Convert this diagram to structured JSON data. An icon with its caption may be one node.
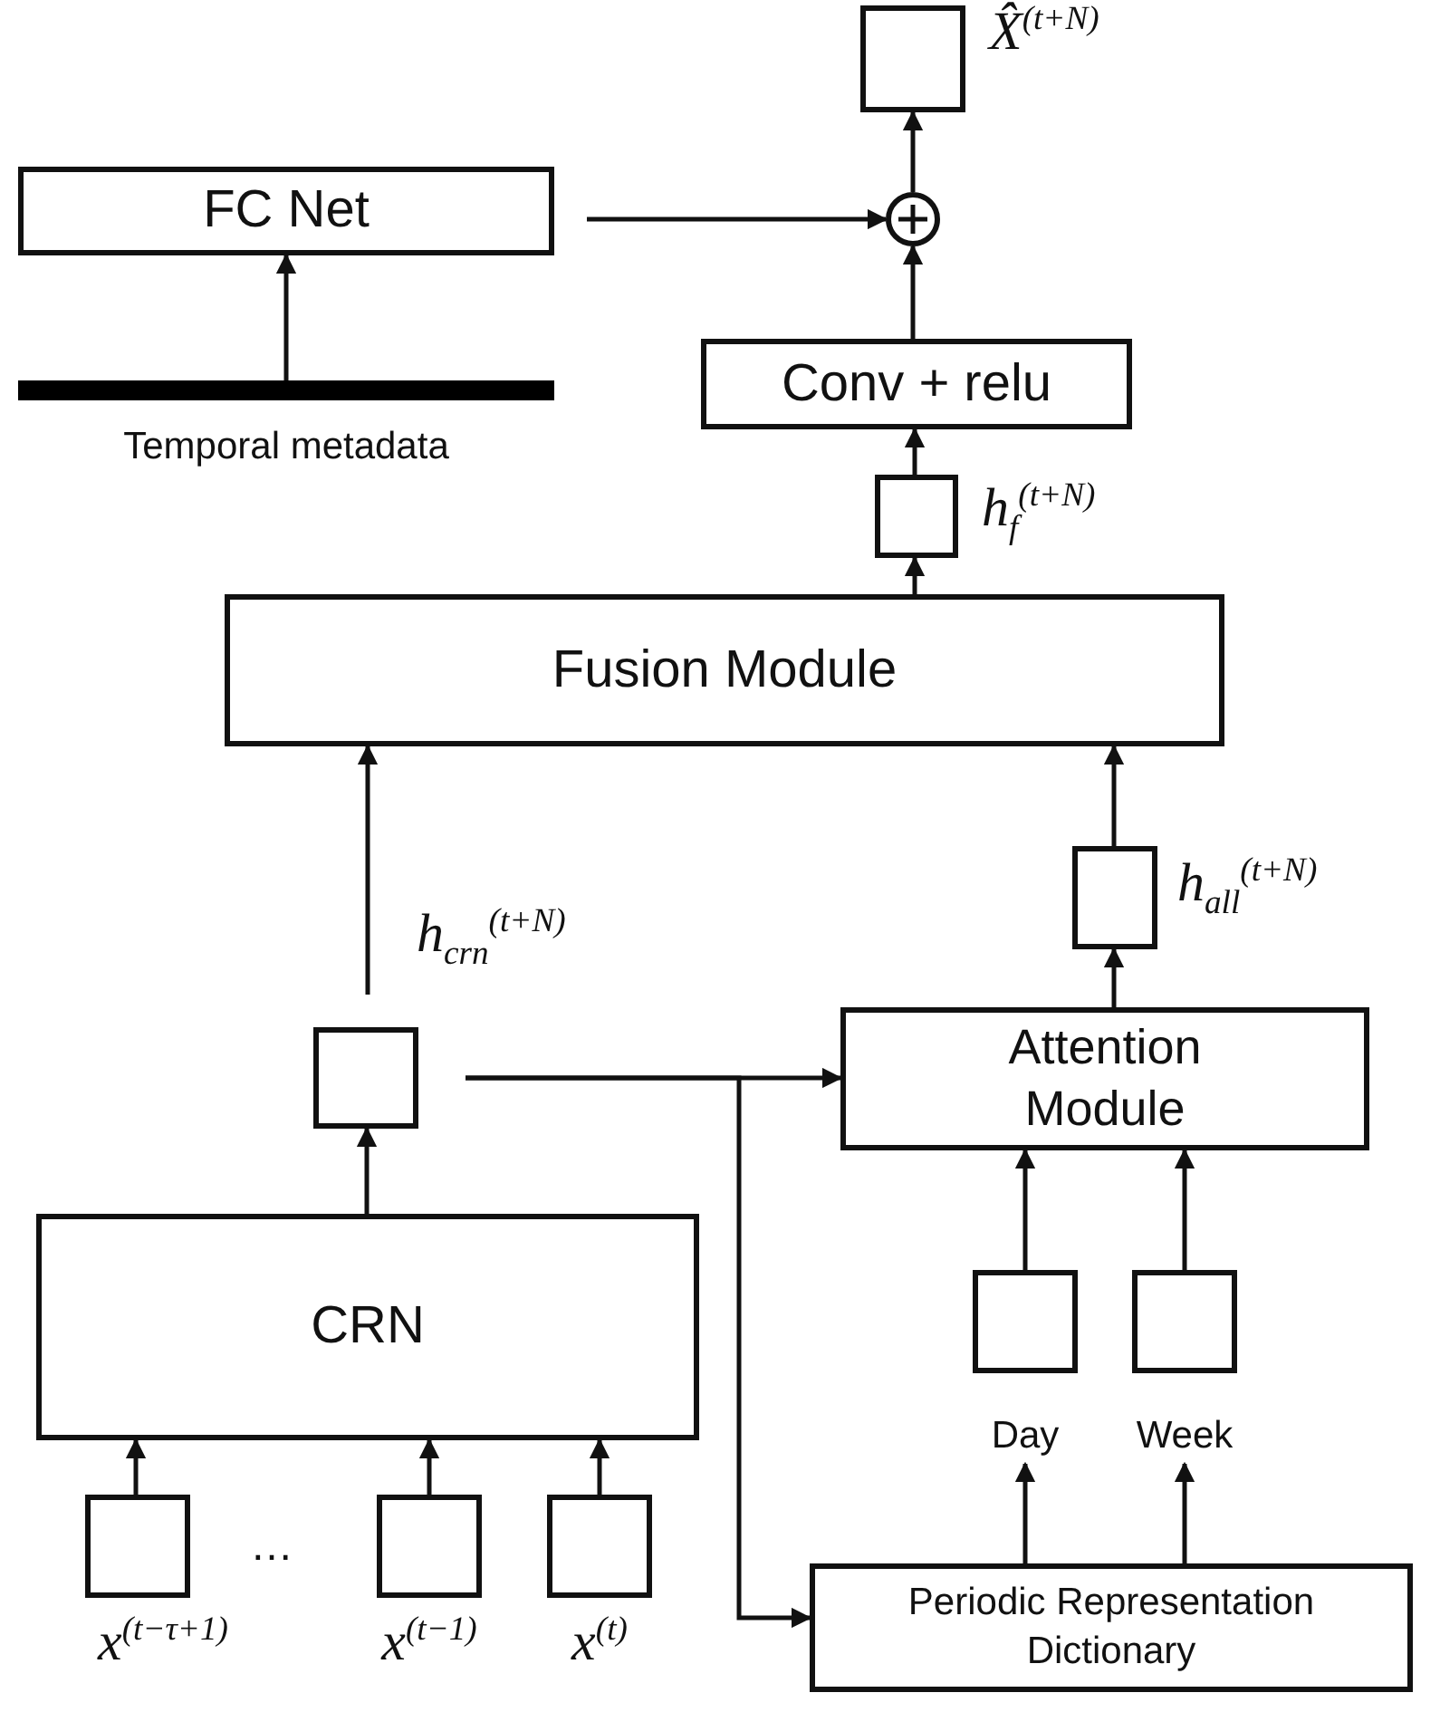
{
  "diagram": {
    "nodes": [
      {
        "text": [],
        "shape": "box",
        "beside": [
          "X̂$^{(t+N)}$"
        ]
      },
      {
        "text": [],
        "shape": "circle"
      },
      {
        "text": [
          "FC Net"
        ]
      },
      {
        "text": [],
        "shape": "bar",
        "beside": [
          "Temporal metadata"
        ]
      },
      {
        "text": [
          "Conv + relu"
        ]
      },
      {
        "text": [],
        "shape": "box",
        "beside": [
          "h$_{f}$$^{(t+N)}$"
        ]
      },
      {
        "text": [
          "Fusion Module"
        ]
      },
      {
        "text": [],
        "shape": "box",
        "beside": [
          "h$_{all}$$^{(t+N)}$"
        ]
      },
      {
        "text": [],
        "shape": "box",
        "beside": [
          "h$_{crn}$$^{(t+N)}$"
        ]
      },
      {
        "text": [
          "Attention Module"
        ]
      },
      {
        "text": [
          "CRN"
        ]
      },
      {
        "text": [],
        "shape": "box",
        "beside": [
          "Day"
        ]
      },
      {
        "text": [],
        "shape": "box",
        "beside": [
          "Week"
        ]
      },
      {
        "text": [],
        "shape": "box",
        "beside": [
          "x$^{(t−τ+1)}$"
        ]
      },
      {
        "text": [],
        "shape": "box",
        "beside": [
          "x$^{(t−1)}$"
        ]
      },
      {
        "text": [],
        "shape": "box",
        "beside": [
          "x$^{(t)}$"
        ]
      },
      {
        "text": [
          "Periodic Representation Dictionary"
        ]
      }
    ],
    "edges": [
      {
        "from": 3,
        "to": 2,
        "arrow": "to"
      },
      {
        "from": 2,
        "to": 1,
        "arrow": "to"
      },
      {
        "from": 1,
        "to": 0,
        "arrow": "to"
      },
      {
        "from": 4,
        "to": 1,
        "arrow": "to"
      },
      {
        "from": 5,
        "to": 4,
        "arrow": "to"
      },
      {
        "from": 6,
        "to": 5,
        "arrow": "to"
      },
      {
        "from": 7,
        "to": 6,
        "arrow": "to"
      },
      {
        "from": 9,
        "to": 7,
        "arrow": "to"
      },
      {
        "from": 8,
        "to": 6,
        "arrow": "to"
      },
      {
        "from": 10,
        "to": 8,
        "arrow": "to"
      },
      {
        "from": 8,
        "to": 9,
        "arrow": "to"
      },
      {
        "from": 8,
        "to": 16,
        "arrow": "to"
      },
      {
        "from": 13,
        "to": 10,
        "arrow": "to"
      },
      {
        "from": 14,
        "to": 10,
        "arrow": "to"
      },
      {
        "from": 15,
        "to": 10,
        "arrow": "to"
      },
      {
        "from": 11,
        "to": 9,
        "arrow": "to"
      },
      {
        "from": 12,
        "to": 9,
        "arrow": "to"
      },
      {
        "from": 16,
        "to": 11,
        "arrow": "to"
      },
      {
        "from": 16,
        "to": 12,
        "arrow": "to"
      }
    ],
    "labels": [
      "…"
    ]
  }
}
